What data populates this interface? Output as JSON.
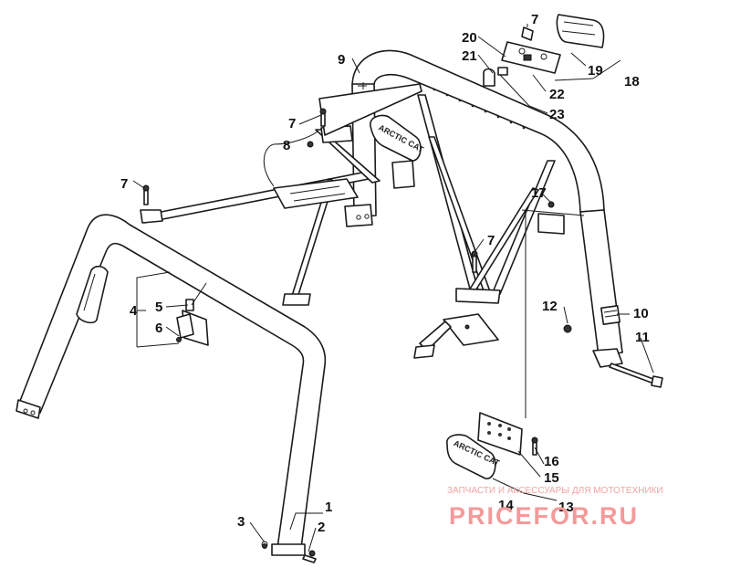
{
  "callouts": [
    {
      "id": "1",
      "label": "1"
    },
    {
      "id": "2",
      "label": "2"
    },
    {
      "id": "3",
      "label": "3"
    },
    {
      "id": "4",
      "label": "4"
    },
    {
      "id": "5",
      "label": "5"
    },
    {
      "id": "6",
      "label": "6"
    },
    {
      "id": "7a",
      "label": "7"
    },
    {
      "id": "7b",
      "label": "7"
    },
    {
      "id": "7c",
      "label": "7"
    },
    {
      "id": "7d",
      "label": "7"
    },
    {
      "id": "8",
      "label": "8"
    },
    {
      "id": "9",
      "label": "9"
    },
    {
      "id": "10",
      "label": "10"
    },
    {
      "id": "11",
      "label": "11"
    },
    {
      "id": "12",
      "label": "12"
    },
    {
      "id": "13",
      "label": "13"
    },
    {
      "id": "14",
      "label": "14"
    },
    {
      "id": "15",
      "label": "15"
    },
    {
      "id": "16",
      "label": "16"
    },
    {
      "id": "17",
      "label": "17"
    },
    {
      "id": "18",
      "label": "18"
    },
    {
      "id": "19",
      "label": "19"
    },
    {
      "id": "20",
      "label": "20"
    },
    {
      "id": "21",
      "label": "21"
    },
    {
      "id": "22",
      "label": "22"
    },
    {
      "id": "23",
      "label": "23"
    }
  ],
  "decals": {
    "brand_text": "ARCTIC CAT"
  },
  "watermark": {
    "tagline": "ЗАПЧАСТИ И АКСЕССУАРЫ ДЛЯ МОТОТЕХНИКИ",
    "logo": "PRICEFOR.RU",
    "color": "#f49a9a"
  }
}
